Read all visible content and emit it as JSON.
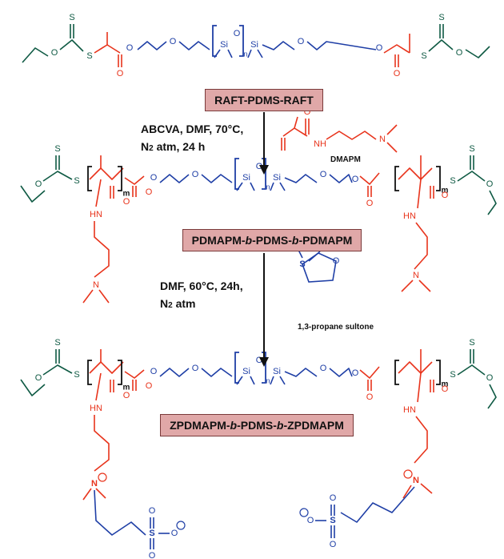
{
  "labels": {
    "product1": "RAFT-PDMS-RAFT",
    "product2": {
      "pre": "PDMAPM-",
      "b1": "b",
      "mid": "-PDMS-",
      "b2": "b",
      "post": "-PDMAPM"
    },
    "product3": {
      "pre": "ZPDMAPM-",
      "b1": "b",
      "mid": "-PDMS-",
      "b2": "b",
      "post": "-ZPDMAPM"
    }
  },
  "step1": {
    "conditions_line1": "ABCVA, DMF, 70°C,",
    "conditions_line2_pre": "N",
    "conditions_line2_sub": "2",
    "conditions_line2_post": " atm, 24 h",
    "reagent": "DMAPM"
  },
  "step2": {
    "conditions_line1": "DMF, 60°C, 24h,",
    "conditions_line2_pre": "N",
    "conditions_line2_sub": "2",
    "conditions_line2_post": " atm",
    "reagent": "1,3-propane sultone"
  },
  "atoms": {
    "S": "S",
    "O": "O",
    "Si": "Si",
    "N": "N",
    "HN": "HN",
    "NH": "NH",
    "n": "n",
    "m": "m"
  },
  "colors": {
    "raft": "#0f5a44",
    "pdmapm": "#e8341c",
    "pdms": "#1f3fa6",
    "label_bg": "#e0a8a8",
    "text": "#111111"
  }
}
